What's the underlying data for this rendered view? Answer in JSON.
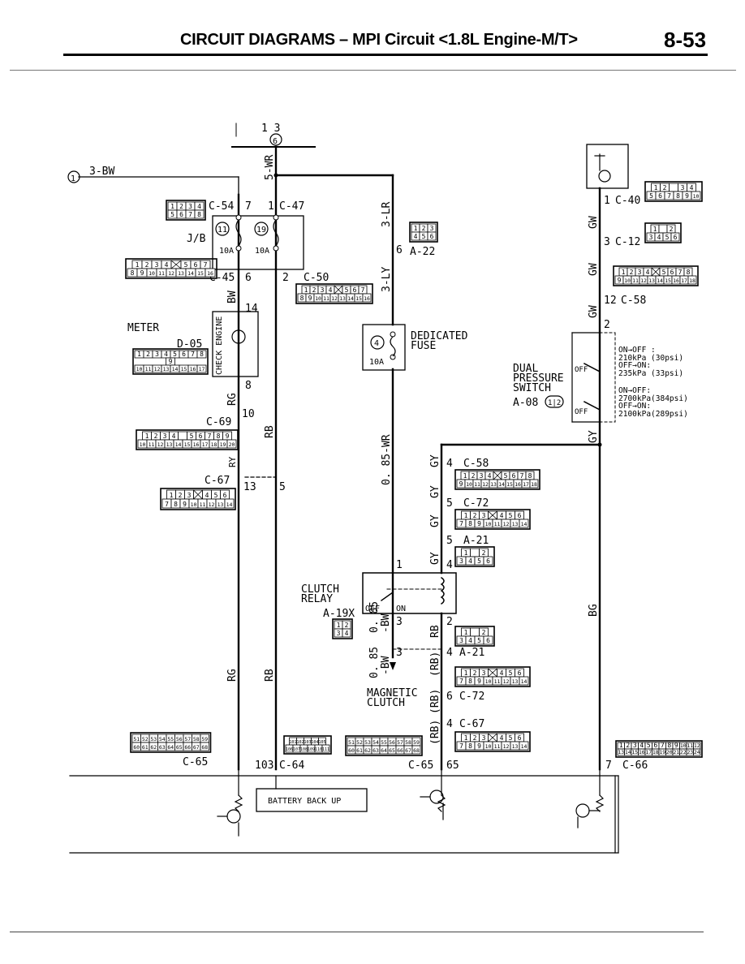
{
  "header": {
    "title": "CIRCUIT DIAGRAMS – MPI Circuit <1.8L Engine-M/T>",
    "page_number": "8-53"
  },
  "top_label": "1  3",
  "source_ref": {
    "circle": "1",
    "wire": "3-BW"
  },
  "junction_6": "6",
  "wires": {
    "w_5wr": "5-WR",
    "w_3lr": "3-LR",
    "w_3ly": "3-LY",
    "w_bw": "BW",
    "w_rg_upper": "RG",
    "w_rb_upper": "RB",
    "w_rg_lower": "RG",
    "w_rb_lower": "RB",
    "w_085wr": "0. 85-WR",
    "w_gy1": "GY",
    "w_gy2": "GY",
    "w_gy3": "GY",
    "w_gy4": "GY",
    "w_gy5": "GY",
    "w_gw1": "GW",
    "w_gw2": "GW",
    "w_gw3": "GW",
    "w_bg": "BG",
    "w_rb_relay": "RB",
    "w_rb_paren1": "(RB)",
    "w_rb_paren2": "(RB)",
    "w_rb_paren3": "(RB)",
    "w_085bw1": "0. 85",
    "w_085bw1b": "-BW",
    "w_085bw2": "0. 85",
    "w_085bw2b": "-BW",
    "w_ry": "RY"
  },
  "connectors": {
    "c54": "C-54",
    "c47": "C-47",
    "c45": "C-45",
    "c50": "C-50",
    "a22": "A-22",
    "d05": "D-05",
    "c69": "C-69",
    "c67": "C-67",
    "c40": "C-40",
    "c12": "C-12",
    "c58": "C-58",
    "c58b": "C-58",
    "c72": "C-72",
    "a21": "A-21",
    "a19x": "A-19X",
    "a21b": "A-21",
    "c72b": "C-72",
    "c67b": "C-67",
    "c65": "C-65",
    "c64": "C-64",
    "c65b": "C-65",
    "c66": "C-66",
    "a08": "A-08"
  },
  "pins": {
    "p7a": "7",
    "p1a": "1",
    "p6a": "6",
    "p2a": "2",
    "p6b": "6",
    "p14": "14",
    "p8": "8",
    "p10": "10",
    "p13": "13",
    "p5a": "5",
    "p1b": "1",
    "p3a": "3",
    "p12": "12",
    "p2b": "2",
    "p4a": "4",
    "p5b": "5",
    "p5c": "5",
    "p1c": "1",
    "p4b": "4",
    "p3b": "3",
    "p2c": "2",
    "p3c": "3",
    "p4c": "4",
    "p6c": "6",
    "p4d": "4",
    "p103": "103",
    "p65": "65",
    "p7b": "7"
  },
  "jb": {
    "label": "J/B",
    "fuse11": "11",
    "fuse19": "19",
    "amp1": "10A",
    "amp2": "10A"
  },
  "meter": {
    "title": "METER",
    "lamp": "CHECK ENGINE"
  },
  "dedicated_fuse": {
    "num": "4",
    "amp": "10A",
    "label1": "DEDICATED",
    "label2": "FUSE"
  },
  "dual_switch": {
    "label1": "DUAL",
    "label2": "PRESSURE",
    "label3": "SWITCH",
    "badge": "1|2",
    "off1": "OFF",
    "off2": "OFF",
    "spec": [
      "ON→OFF :",
      "210kPa (30psi)",
      "OFF→ON:",
      "235kPa (33psi)",
      "ON→OFF:",
      "2700kPa(384psi)",
      "OFF→ON:",
      "2100kPa(289psi)"
    ]
  },
  "relay": {
    "label1": "CLUTCH",
    "label2": "RELAY",
    "off": "OFF",
    "on": "ON"
  },
  "clutch": {
    "label1": "MAGNETIC",
    "label2": "CLUTCH"
  },
  "battery_backup": "BATTERY BACK UP",
  "connector_faces": {
    "c54": [
      [
        "1",
        "2",
        "3",
        "4"
      ],
      [
        "5",
        "6",
        "7",
        "8"
      ]
    ],
    "c45": [
      [
        "1",
        "2",
        "3",
        "4",
        "X",
        "5",
        "6",
        "7"
      ],
      [
        "8",
        "9",
        "10",
        "11",
        "12",
        "13",
        "14",
        "15",
        "16"
      ]
    ],
    "c50": [
      [
        "1",
        "2",
        "3",
        "4",
        "X",
        "5",
        "6",
        "7"
      ],
      [
        "8",
        "9",
        "10",
        "11",
        "12",
        "13",
        "14",
        "15",
        "16"
      ]
    ],
    "a22": [
      [
        "1",
        "2",
        "3"
      ],
      [
        "4",
        "5",
        "6"
      ]
    ],
    "d05": [
      [
        "1",
        "2",
        "3",
        "4",
        "5",
        "6",
        "7",
        "8"
      ],
      [
        "9"
      ],
      [
        "10",
        "11",
        "12",
        "13",
        "14",
        "15",
        "16",
        "17"
      ]
    ],
    "c69": [
      [
        "1",
        "2",
        "3",
        "4",
        "",
        "5",
        "6",
        "7",
        "8",
        "9"
      ],
      [
        "10",
        "11",
        "12",
        "13",
        "14",
        "15",
        "16",
        "17",
        "18",
        "19",
        "20"
      ]
    ],
    "c67": [
      [
        "1",
        "2",
        "3",
        "X",
        "4",
        "5",
        "6"
      ],
      [
        "7",
        "8",
        "9",
        "10",
        "11",
        "12",
        "13",
        "14"
      ]
    ],
    "c40": [
      [
        "1",
        "2",
        "",
        "3",
        "4"
      ],
      [
        "5",
        "6",
        "7",
        "8",
        "9",
        "10"
      ]
    ],
    "c12": [
      [
        "1",
        "",
        "2"
      ],
      [
        "3",
        "4",
        "5",
        "6"
      ]
    ],
    "c58": [
      [
        "1",
        "2",
        "3",
        "4",
        "X",
        "5",
        "6",
        "7",
        "8"
      ],
      [
        "9",
        "10",
        "11",
        "12",
        "13",
        "14",
        "15",
        "16",
        "17",
        "18"
      ]
    ],
    "c58b": [
      [
        "1",
        "2",
        "3",
        "4",
        "X",
        "5",
        "6",
        "7",
        "8"
      ],
      [
        "9",
        "10",
        "11",
        "12",
        "13",
        "14",
        "15",
        "16",
        "17",
        "18"
      ]
    ],
    "c72": [
      [
        "1",
        "2",
        "3",
        "X",
        "4",
        "5",
        "6"
      ],
      [
        "7",
        "8",
        "9",
        "10",
        "11",
        "12",
        "13",
        "14"
      ]
    ],
    "a21": [
      [
        "1",
        "",
        "2"
      ],
      [
        "3",
        "4",
        "5",
        "6"
      ]
    ],
    "a19x": [
      [
        "1",
        "2"
      ],
      [
        "3",
        "4"
      ]
    ],
    "a21b": [
      [
        "1",
        "",
        "2"
      ],
      [
        "3",
        "4",
        "5",
        "6"
      ]
    ],
    "c72b": [
      [
        "1",
        "2",
        "3",
        "X",
        "4",
        "5",
        "6"
      ],
      [
        "7",
        "8",
        "9",
        "10",
        "11",
        "12",
        "13",
        "14"
      ]
    ],
    "c67b": [
      [
        "1",
        "2",
        "3",
        "X",
        "4",
        "5",
        "6"
      ],
      [
        "7",
        "8",
        "9",
        "10",
        "11",
        "12",
        "13",
        "14"
      ]
    ],
    "c65": [
      [
        "51",
        "52",
        "53",
        "54",
        "55",
        "56",
        "57",
        "58",
        "59"
      ],
      [
        "60",
        "61",
        "62",
        "63",
        "64",
        "65",
        "66",
        "67",
        "68"
      ]
    ],
    "c64": [
      [
        "101",
        "102",
        "103",
        "104",
        "105"
      ],
      [
        "106",
        "107",
        "108",
        "109",
        "110",
        "111"
      ]
    ],
    "c65b": [
      [
        "51",
        "52",
        "53",
        "54",
        "55",
        "56",
        "57",
        "58",
        "59"
      ],
      [
        "60",
        "61",
        "62",
        "63",
        "64",
        "65",
        "66",
        "67",
        "68"
      ]
    ],
    "c66": [
      [
        "1",
        "2",
        "3",
        "4",
        "5",
        "6",
        "7",
        "8",
        "9",
        "10",
        "11",
        "12"
      ],
      [
        "13",
        "14",
        "15",
        "16",
        "17",
        "18",
        "19",
        "20",
        "21",
        "22",
        "23",
        "24"
      ]
    ]
  }
}
